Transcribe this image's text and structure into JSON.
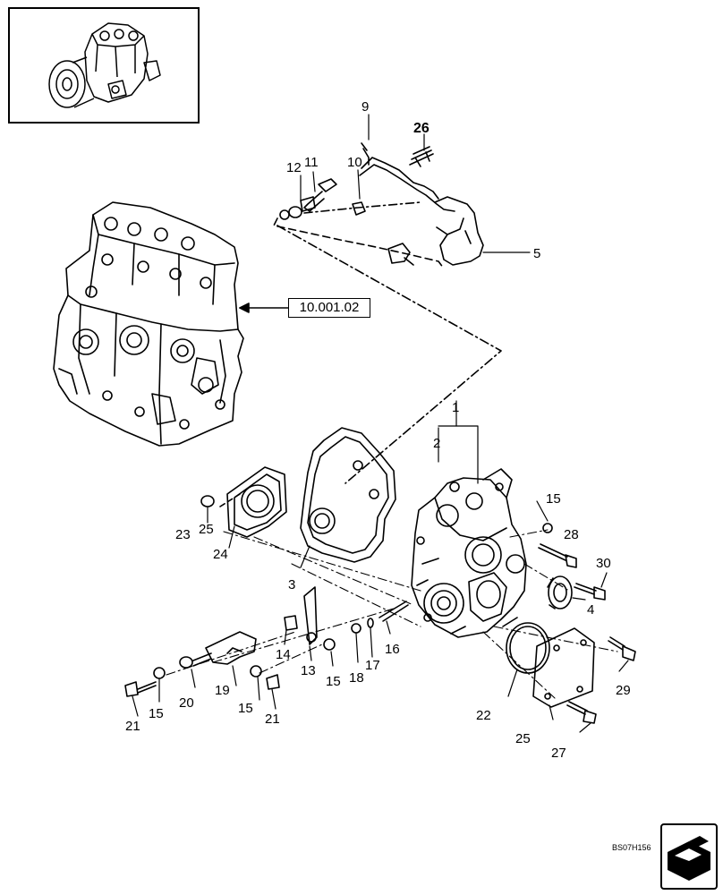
{
  "reference": "10.001.02",
  "figure_code": "BS07H156",
  "callouts": {
    "c1": "1",
    "c2": "2",
    "c3": "3",
    "c4": "4",
    "c5": "5",
    "c9": "9",
    "c10": "10",
    "c11": "11",
    "c12": "12",
    "c13": "13",
    "c14": "14",
    "c15a": "15",
    "c15b": "15",
    "c15c": "15",
    "c15d": "15",
    "c16": "16",
    "c17": "17",
    "c18": "18",
    "c19": "19",
    "c20": "20",
    "c21a": "21",
    "c21b": "21",
    "c22": "22",
    "c23": "23",
    "c24": "24",
    "c25a": "25",
    "c25b": "25",
    "c26": "26",
    "c27": "27",
    "c28": "28",
    "c29": "29",
    "c30": "30"
  },
  "icons": {
    "thumbnail": "engine-thumbnail-icon",
    "navigation": "page-turn-icon"
  }
}
